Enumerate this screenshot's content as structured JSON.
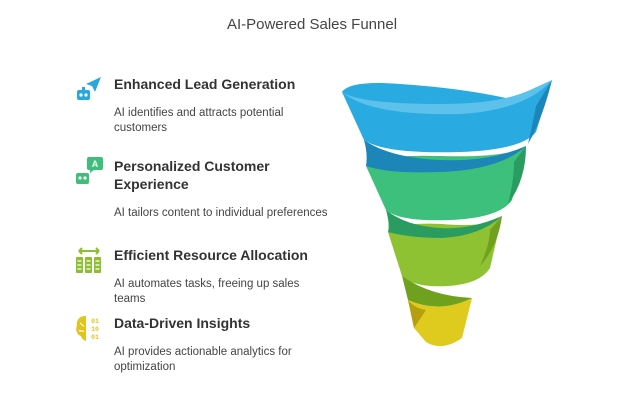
{
  "title": "AI-Powered Sales Funnel",
  "items": [
    {
      "heading": "Enhanced Lead Generation",
      "description": "AI identifies and attracts potential customers",
      "icon": "robot-send-icon",
      "color": "#29a9db"
    },
    {
      "heading": "Personalized Customer Experience",
      "description": "AI tailors content to individual preferences",
      "icon": "robot-chat-icon",
      "color": "#3cbf7a"
    },
    {
      "heading": "Efficient Resource Allocation",
      "description": "AI automates tasks, freeing up sales teams",
      "icon": "server-arrows-icon",
      "color": "#8dbf2e"
    },
    {
      "heading": "Data-Driven Insights",
      "description": "AI provides actionable analytics for optimization",
      "icon": "brain-binary-icon",
      "color": "#e0c51c"
    }
  ],
  "colors": {
    "stage1": "#29abe2",
    "stage2": "#3dc07c",
    "stage3": "#8fc232",
    "stage4": "#dfcb1e"
  }
}
